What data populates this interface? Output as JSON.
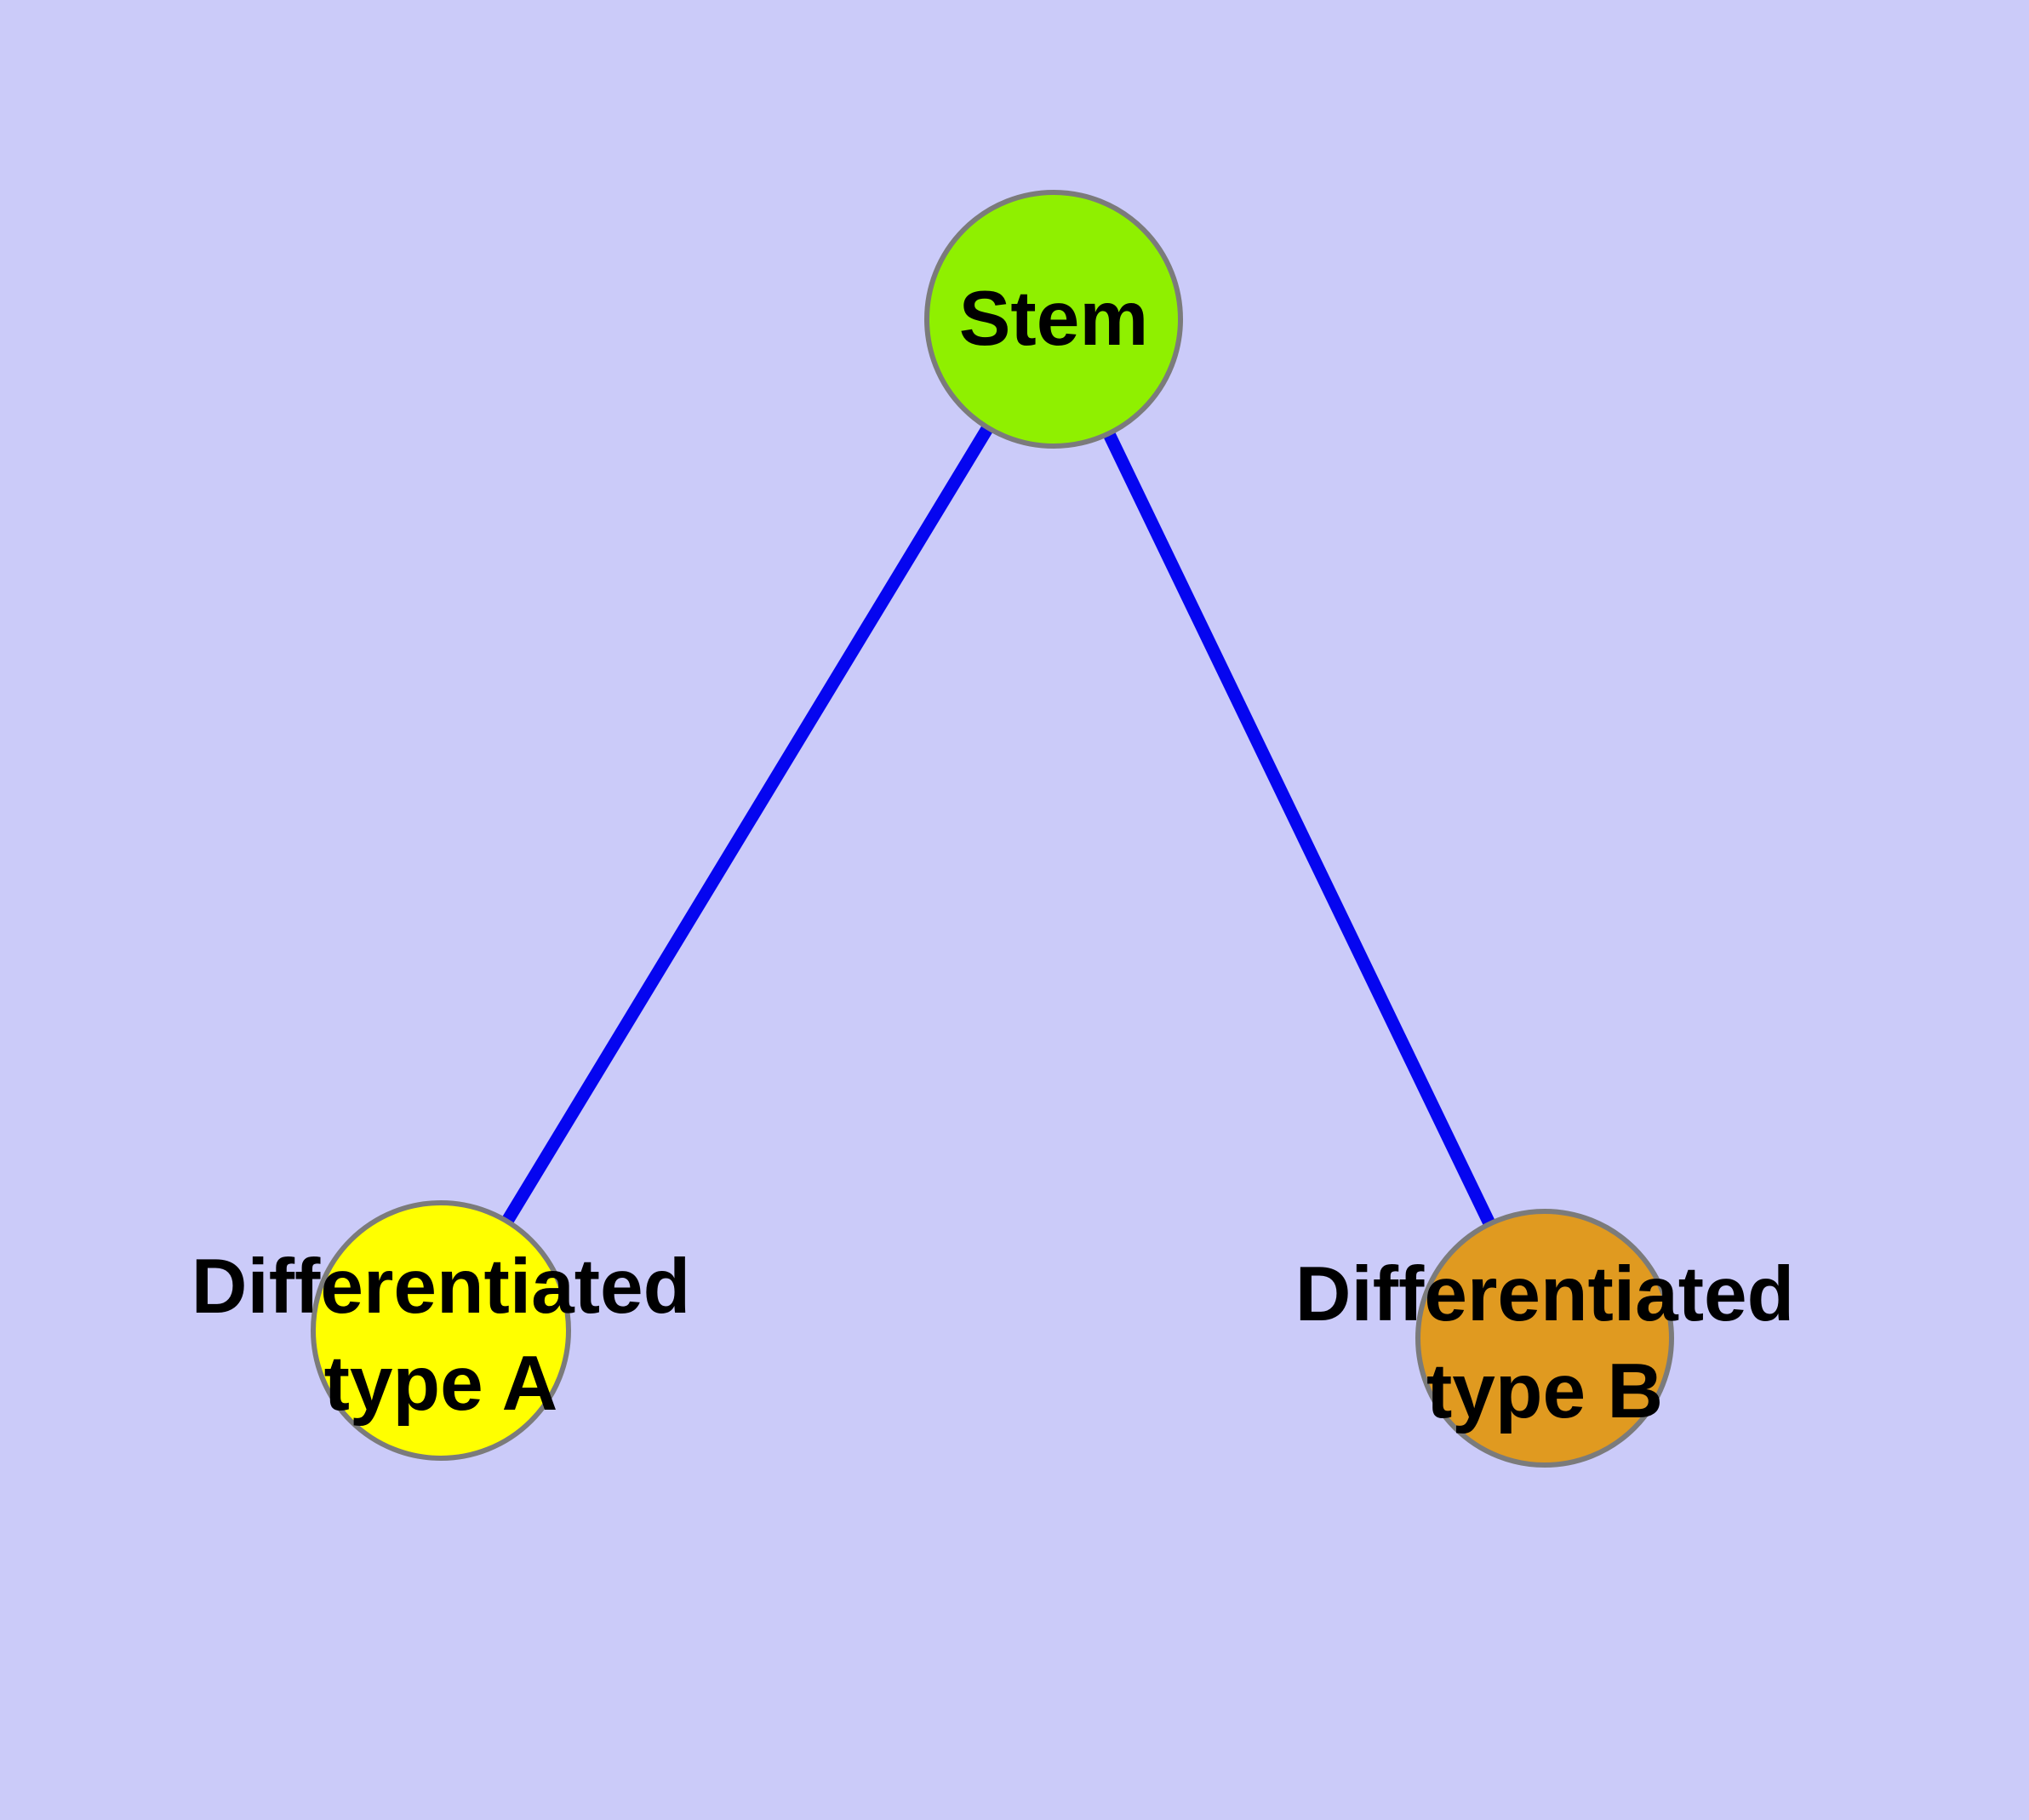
{
  "diagram": {
    "kind": "node-link-graph",
    "background_color": "#CBCBF9",
    "edge_color": "#0505F0",
    "node_border_color": "#7B7B7B",
    "label_color": "#000000",
    "nodes": [
      {
        "id": "stem",
        "label": "Stem",
        "color": "#8FF000"
      },
      {
        "id": "differentiated-type-a",
        "label_line1": "Differentiated",
        "label_line2": "type A",
        "color": "#FFFF00"
      },
      {
        "id": "differentiated-type-b",
        "label_line1": "Differentiated",
        "label_line2": "type B",
        "color": "#E09A20"
      }
    ],
    "edges": [
      {
        "from": "stem",
        "to": "differentiated-type-a"
      },
      {
        "from": "stem",
        "to": "differentiated-type-b"
      }
    ]
  }
}
